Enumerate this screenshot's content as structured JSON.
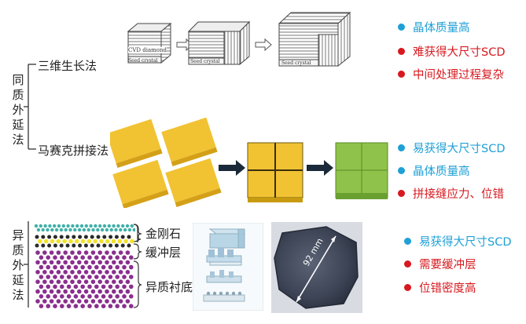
{
  "colors": {
    "blue": "#1fa0d6",
    "red": "#d7191f",
    "text": "#222222",
    "gold": "#f1c232",
    "green": "#8fc24a"
  },
  "homo": {
    "group_label": [
      "同",
      "质",
      "外",
      "延",
      "法"
    ],
    "methods": [
      {
        "label": "三维生长法",
        "bullets": [
          {
            "text": "晶体质量高",
            "color": "blue"
          },
          {
            "text": "难获得大尺寸SCD",
            "color": "red"
          },
          {
            "text": "中间处理过程复杂",
            "color": "red"
          }
        ]
      },
      {
        "label": "马赛克拼接法",
        "bullets": [
          {
            "text": "易获得大尺寸SCD",
            "color": "blue"
          },
          {
            "text": "晶体质量高",
            "color": "blue"
          },
          {
            "text": "拼接缝应力、位错",
            "color": "red"
          }
        ]
      }
    ],
    "cube_labels": {
      "cvd": "CVD diamond",
      "seed": "Seed crystal"
    }
  },
  "hetero": {
    "group_label": [
      "异",
      "质",
      "外",
      "延",
      "法"
    ],
    "layers": [
      "金刚石",
      "缓冲层",
      "异质衬底"
    ],
    "wafer_size": "92 mm",
    "bullets": [
      {
        "text": "易获得大尺寸SCD",
        "color": "blue"
      },
      {
        "text": "需要缓冲层",
        "color": "red"
      },
      {
        "text": "位错密度高",
        "color": "red"
      }
    ]
  }
}
